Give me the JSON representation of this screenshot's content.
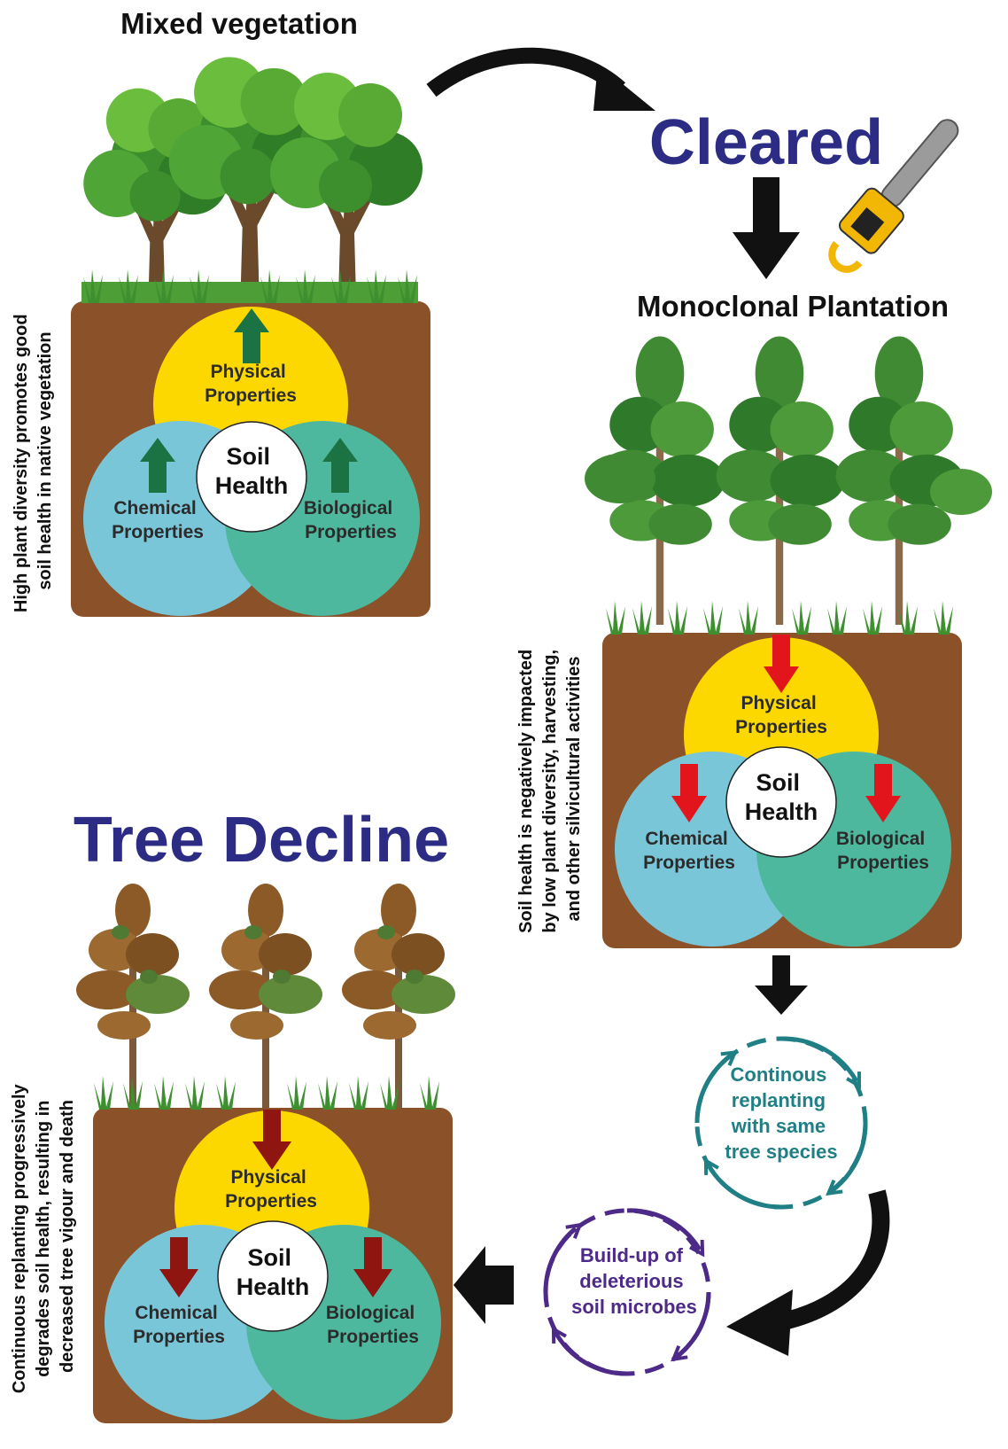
{
  "titles": {
    "mixed": "Mixed vegetation",
    "cleared": "Cleared",
    "mono": "Monoclonal Plantation",
    "decline": "Tree Decline"
  },
  "venn": {
    "physical": [
      "Physical",
      "Properties"
    ],
    "chemical": [
      "Chemical",
      "Properties"
    ],
    "biological": [
      "Biological",
      "Properties"
    ],
    "center": [
      "Soil",
      "Health"
    ]
  },
  "side_notes": {
    "top_left": [
      "High plant diversity promotes good",
      "soil health in native vegetation"
    ],
    "right": [
      "Soil health is negatively impacted",
      "by low plant diversity, harvesting,",
      "and other silvicultural activities"
    ],
    "bottom_left": [
      "Continuous replanting progressively",
      "degrades soil health, resulting in",
      "decreased tree vigour and death"
    ]
  },
  "cycles": {
    "replanting": [
      "Continous",
      "replanting",
      "with same",
      "tree species"
    ],
    "microbes": [
      "Build-up of",
      "deleterious",
      "soil microbes"
    ]
  },
  "colors": {
    "soil": "#8b5128",
    "physical": "#fcd800",
    "chemical": "#79c6d8",
    "biological": "#4eb89e",
    "up_arrow": "#1b7343",
    "down_red": "#e2141c",
    "down_darkred": "#8e1510",
    "title_blue": "#2c2c85",
    "cycle_teal": "#1f7f85",
    "cycle_purple": "#4d2a88",
    "black_arrow": "#111111"
  },
  "icons": [
    "chainsaw-icon",
    "tree-icon",
    "grass-icon"
  ]
}
